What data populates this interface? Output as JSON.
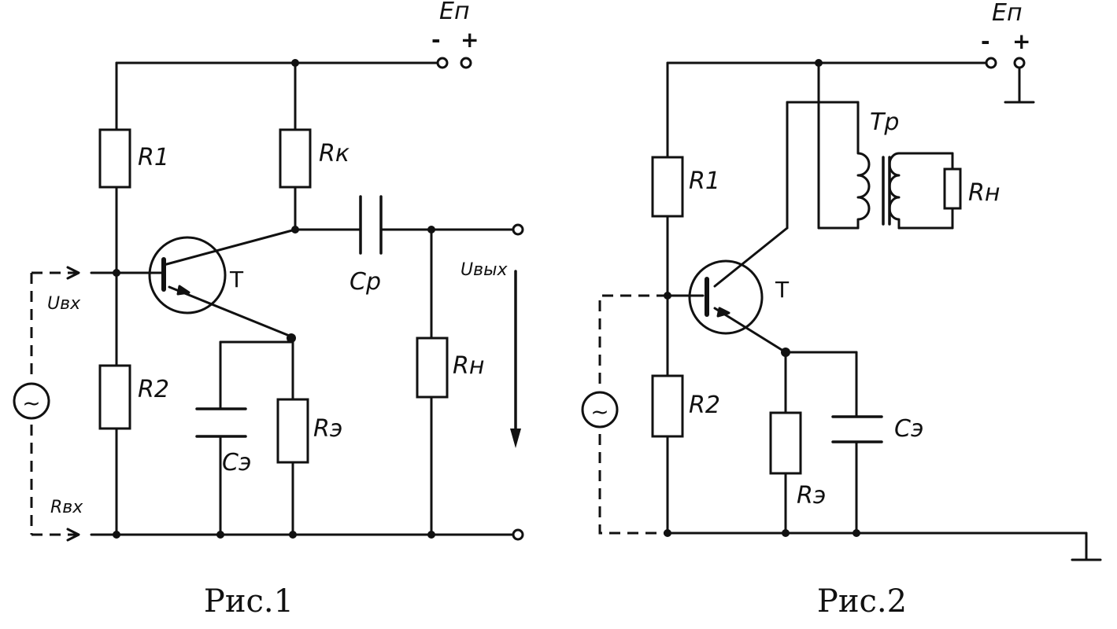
{
  "fig1": {
    "caption": "Рис.1",
    "supply_label": "Eп",
    "supply_minus": "-",
    "supply_plus": "+",
    "r1": "R1",
    "r2": "R2",
    "rk": "Rк",
    "re": "Rэ",
    "rn": "Rн",
    "cp": "Cр",
    "ce": "Cэ",
    "transistor": "T",
    "u_in": "Uвх",
    "r_in": "Rвх",
    "u_out": "Uвых",
    "source_symbol": "~"
  },
  "fig2": {
    "caption": "Рис.2",
    "supply_label": "Eп",
    "supply_minus": "-",
    "supply_plus": "+",
    "r1": "R1",
    "r2": "R2",
    "re": "Rэ",
    "ce": "Cэ",
    "rn": "Rн",
    "transformer": "Tр",
    "transistor": "T",
    "source_symbol": "~"
  }
}
